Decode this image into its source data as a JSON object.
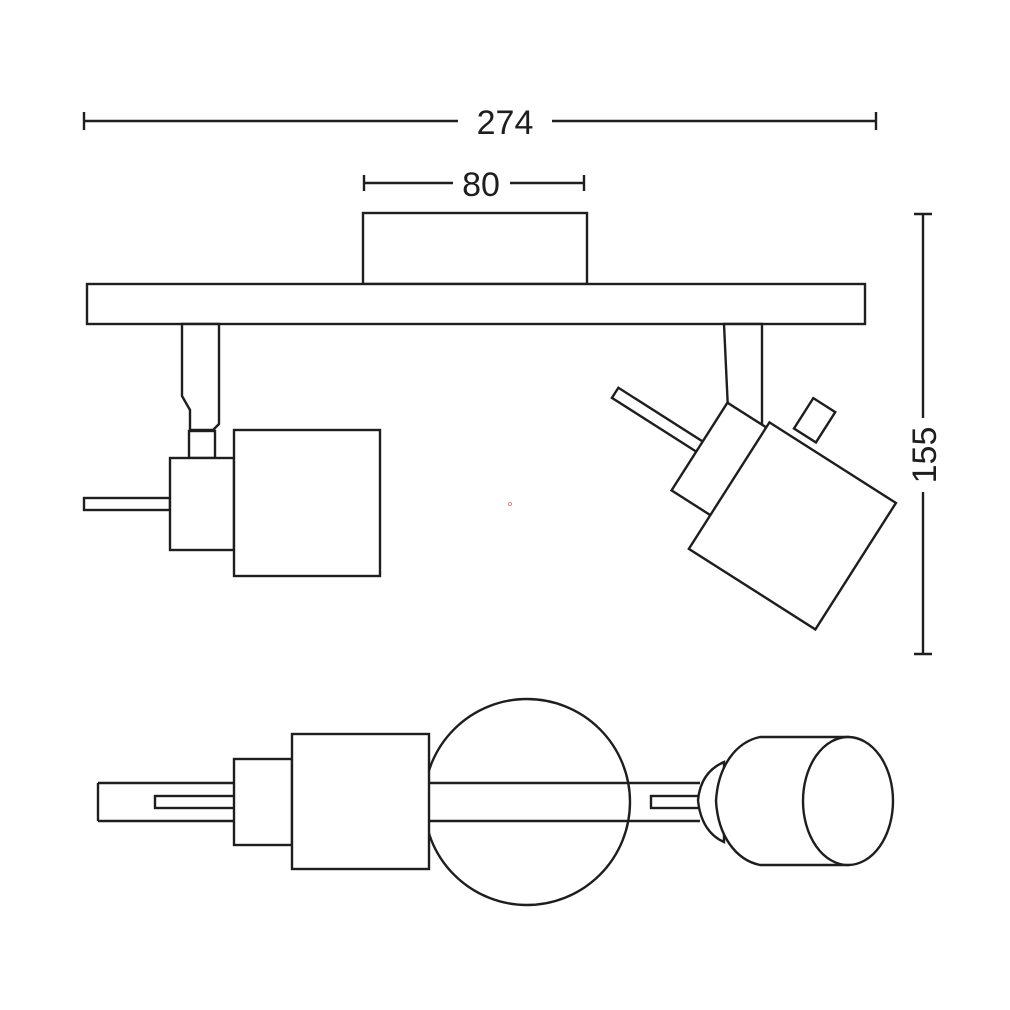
{
  "diagram": {
    "dimensions": {
      "overall_width": "274",
      "base_width": "80",
      "height": "155"
    },
    "colors": {
      "line": "#1e1e1e",
      "background": "#ffffff"
    }
  }
}
